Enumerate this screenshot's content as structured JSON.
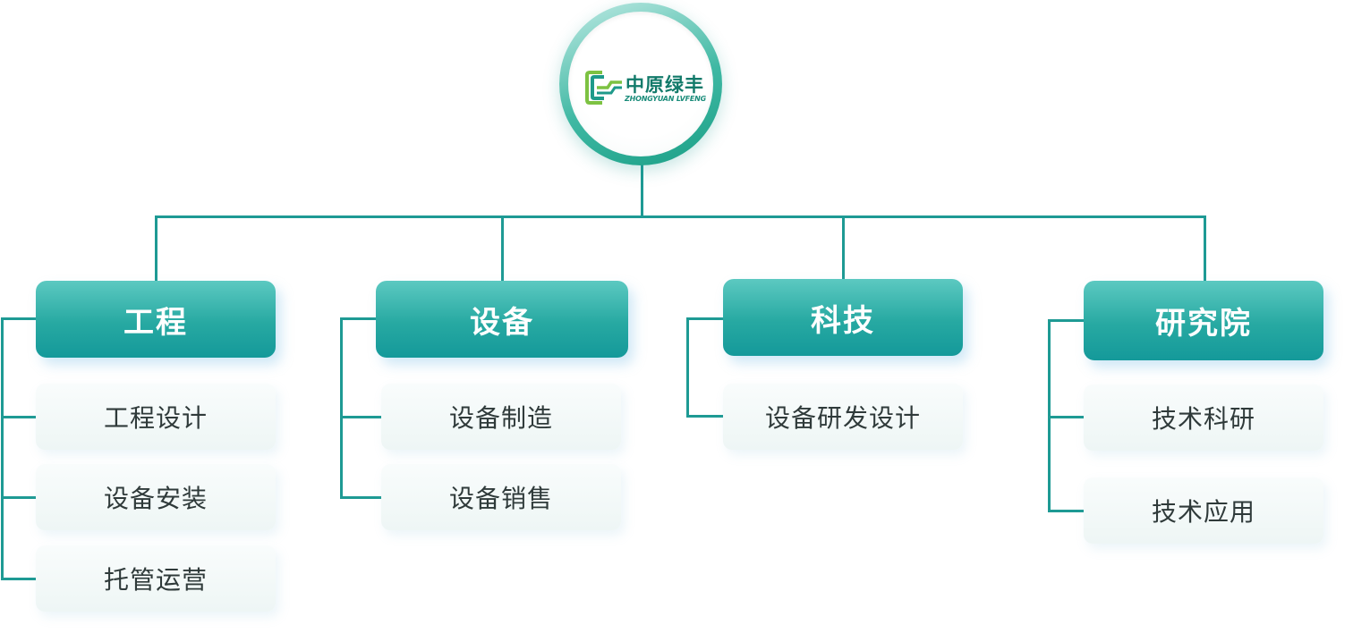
{
  "root": {
    "logo_cn": "中原绿丰",
    "logo_en": "ZHONGYUAN LVFENG",
    "icon": "zy-logo-icon"
  },
  "colors": {
    "line": "#1e9a94",
    "header_top": "#5cc9c1",
    "header_bottom": "#14999a",
    "item_bg": "#eef6f5",
    "item_text": "#2f3a3a"
  },
  "categories": [
    {
      "label": "工程",
      "items": [
        "工程设计",
        "设备安装",
        "托管运营"
      ]
    },
    {
      "label": "设备",
      "items": [
        "设备制造",
        "设备销售"
      ]
    },
    {
      "label": "科技",
      "items": [
        "设备研发设计"
      ]
    },
    {
      "label": "研究院",
      "items": [
        "技术科研",
        "技术应用"
      ]
    }
  ]
}
